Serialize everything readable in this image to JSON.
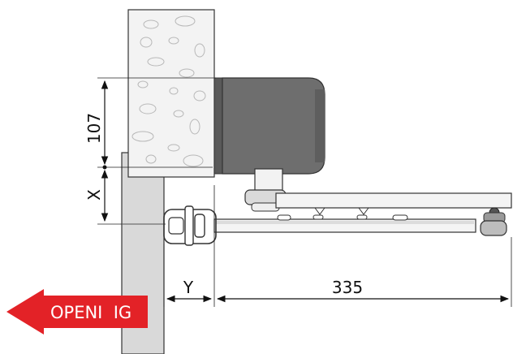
{
  "dimensions": {
    "height_label": "107",
    "offset_x_label": "X",
    "offset_y_label": "Y",
    "arm_length_label": "335"
  },
  "direction_arrow": {
    "label": "OPENI  IG",
    "color": "#e32227"
  },
  "colors": {
    "motor_body": "#6e6e6e",
    "motor_dark": "#4a4a4a",
    "wall_stone": "#f2f2f2",
    "gate_post": "#d9d9d9",
    "arm": "#f4f4f4",
    "line": "#222222"
  }
}
